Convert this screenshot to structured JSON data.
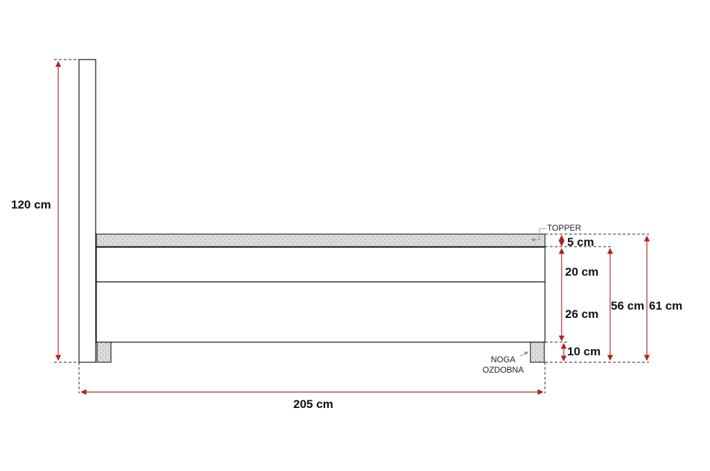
{
  "colors": {
    "line": "#222222",
    "dimension": "#b22222",
    "topper_fill": "#d9d9d9",
    "foot_fill": "#cfcfcf",
    "leader": "#9a9a9a"
  },
  "labels": {
    "headboard_height": "120 cm",
    "topper_height": "5 cm",
    "mattress_height": "20 cm",
    "box_height": "26 cm",
    "foot_height": "10 cm",
    "total_without_topper": "56 cm",
    "total_with_topper": "61 cm",
    "total_length": "205 cm",
    "topper": "TOPPER",
    "decorative_foot_line1": "NOGA",
    "decorative_foot_line2": "OZDOBNA"
  }
}
